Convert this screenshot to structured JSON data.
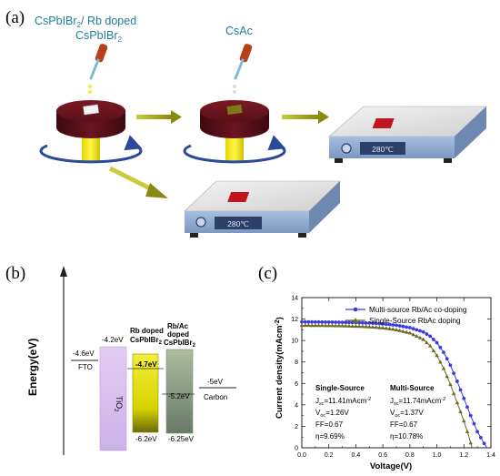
{
  "panel_a": {
    "label": "(a)",
    "reagent_1_line1": "CsPbIBr",
    "reagent_1_line1_sub": "2",
    "reagent_1_line1_rest": "/ Rb doped",
    "reagent_1_line2": "CsPbIBr",
    "reagent_1_line2_sub": "2",
    "reagent_2": "CsAc",
    "hotplate_temp": "280℃"
  },
  "panel_b": {
    "label": "(b)",
    "axis_label": "Energy(eV)",
    "fto_level": "-4.6eV",
    "fto_label": "FTO",
    "tio2_top": "-4.2eV",
    "tio2_label": "TiO",
    "tio2_sub": "2",
    "rb_title_1": "Rb doped",
    "rb_title_2": "CsPbIBr",
    "rb_title_2_sub": "2",
    "rb_top": "-4.7eV",
    "rb_bottom": "-6.2eV",
    "rbac_title_1": "Rb/Ac",
    "rbac_title_2": "doped",
    "rbac_title_3": "CsPbIBr",
    "rbac_title_3_sub": "2",
    "rbac_top": "-5.2eV",
    "rbac_bottom": "-6.25eV",
    "carbon_level": "-5eV",
    "carbon_label": "Carbon"
  },
  "panel_c": {
    "label": "(c)",
    "single_title": "Single-Source",
    "single_jsc": "=11.41mAcm",
    "single_voc": "=1.26V",
    "single_ff": "FF=0.67",
    "single_eta": "=9.69%",
    "multi_title": "Multi-Source",
    "multi_jsc": "=11.74mAcm",
    "multi_voc": "=1.37V",
    "multi_ff": "FF=0.67",
    "multi_eta": "=10.78%",
    "jsc_prefix": "J",
    "jsc_sub": "sc",
    "voc_prefix": "V",
    "voc_sub": "oc",
    "eta_prefix": "η",
    "unit_sup": "-2"
  },
  "chart_data": {
    "type": "line",
    "xlabel": "Voltage(V)",
    "ylabel": "Current density(mAcm-2)",
    "xlim": [
      0.0,
      1.4
    ],
    "ylim": [
      0,
      14
    ],
    "xticks": [
      "0.0",
      "0.2",
      "0.4",
      "0.6",
      "0.8",
      "1.0",
      "1.2",
      "1.4"
    ],
    "yticks": [
      "0",
      "2",
      "4",
      "6",
      "8",
      "10",
      "12",
      "14"
    ],
    "legend_position": "top-right",
    "series": [
      {
        "name": "Multi-source Rb/Ac co-doping",
        "color": "#3a3adf",
        "marker": "circle",
        "x": [
          0,
          0.1,
          0.2,
          0.3,
          0.4,
          0.5,
          0.6,
          0.7,
          0.8,
          0.9,
          0.95,
          1.0,
          1.05,
          1.1,
          1.15,
          1.2,
          1.25,
          1.3,
          1.35,
          1.37
        ],
        "y": [
          11.74,
          11.73,
          11.72,
          11.7,
          11.67,
          11.63,
          11.55,
          11.42,
          11.2,
          10.8,
          10.4,
          9.8,
          8.9,
          7.7,
          6.2,
          4.6,
          3.0,
          1.5,
          0.4,
          0.0
        ]
      },
      {
        "name": "Single-Source RbAc doping",
        "color": "#6b6a1c",
        "marker": "triangle",
        "x": [
          0,
          0.1,
          0.2,
          0.3,
          0.4,
          0.5,
          0.6,
          0.7,
          0.8,
          0.9,
          0.95,
          1.0,
          1.05,
          1.1,
          1.15,
          1.2,
          1.24,
          1.26
        ],
        "y": [
          11.41,
          11.4,
          11.39,
          11.37,
          11.33,
          11.27,
          11.18,
          11.0,
          10.7,
          10.1,
          9.5,
          8.6,
          7.4,
          5.9,
          4.2,
          2.5,
          0.9,
          0.0
        ]
      }
    ]
  }
}
